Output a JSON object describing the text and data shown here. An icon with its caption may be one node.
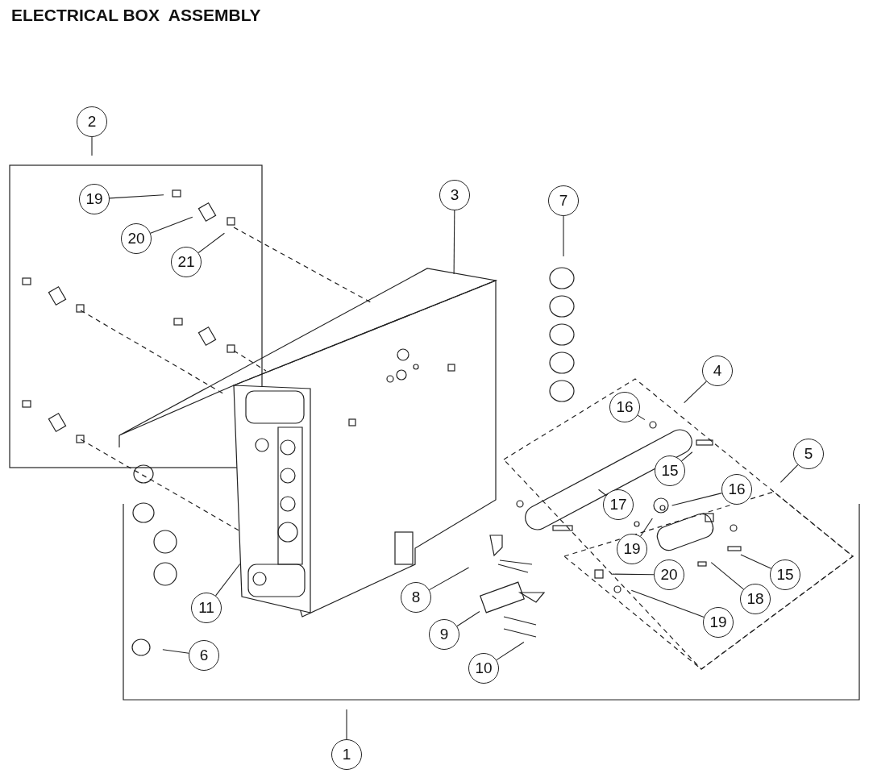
{
  "diagram": {
    "title": "ELECTRICAL BOX  ASSEMBLY",
    "nodes": [
      {
        "text": [
          "2"
        ]
      },
      {
        "text": [
          "19"
        ]
      },
      {
        "text": [
          "20"
        ]
      },
      {
        "text": [
          "21"
        ]
      },
      {
        "text": [
          "3"
        ]
      },
      {
        "text": [
          "7"
        ]
      },
      {
        "text": [
          "4"
        ]
      },
      {
        "text": [
          "16"
        ]
      },
      {
        "text": [
          "5"
        ]
      },
      {
        "text": [
          "15"
        ]
      },
      {
        "text": [
          "16"
        ]
      },
      {
        "text": [
          "17"
        ]
      },
      {
        "text": [
          "19"
        ]
      },
      {
        "text": [
          "20"
        ]
      },
      {
        "text": [
          "15"
        ]
      },
      {
        "text": [
          "8"
        ]
      },
      {
        "text": [
          "18"
        ]
      },
      {
        "text": [
          "11"
        ]
      },
      {
        "text": [
          "19"
        ]
      },
      {
        "text": [
          "9"
        ]
      },
      {
        "text": [
          "6"
        ]
      },
      {
        "text": [
          "10"
        ]
      },
      {
        "text": [
          "1"
        ]
      }
    ],
    "edges": [
      {
        "from": 0,
        "to": null,
        "arrow": "none"
      },
      {
        "from": 1,
        "to": null,
        "arrow": "none"
      },
      {
        "from": 2,
        "to": null,
        "arrow": "none"
      },
      {
        "from": 3,
        "to": null,
        "arrow": "none"
      },
      {
        "from": 4,
        "to": null,
        "arrow": "none"
      },
      {
        "from": 5,
        "to": null,
        "arrow": "none"
      },
      {
        "from": 6,
        "to": null,
        "arrow": "none"
      },
      {
        "from": 7,
        "to": null,
        "arrow": "none"
      },
      {
        "from": 8,
        "to": null,
        "arrow": "none"
      },
      {
        "from": 9,
        "to": null,
        "arrow": "none"
      },
      {
        "from": 10,
        "to": null,
        "arrow": "none"
      },
      {
        "from": 11,
        "to": null,
        "arrow": "none"
      },
      {
        "from": 12,
        "to": null,
        "arrow": "none"
      },
      {
        "from": 13,
        "to": null,
        "arrow": "none"
      },
      {
        "from": 14,
        "to": null,
        "arrow": "none"
      },
      {
        "from": 15,
        "to": null,
        "arrow": "none"
      },
      {
        "from": 16,
        "to": null,
        "arrow": "none"
      },
      {
        "from": 17,
        "to": null,
        "arrow": "none"
      },
      {
        "from": 18,
        "to": null,
        "arrow": "none"
      },
      {
        "from": 19,
        "to": null,
        "arrow": "none"
      },
      {
        "from": 20,
        "to": null,
        "arrow": "none"
      },
      {
        "from": 21,
        "to": null,
        "arrow": "none"
      },
      {
        "from": 22,
        "to": null,
        "arrow": "none"
      }
    ]
  }
}
